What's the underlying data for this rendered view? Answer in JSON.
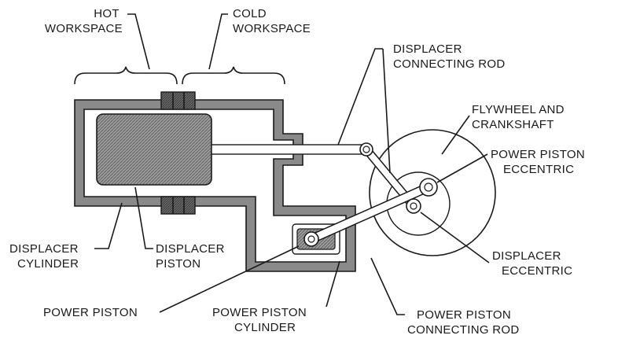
{
  "labels": {
    "hot_workspace": [
      "HOT",
      "WORKSPACE"
    ],
    "cold_workspace": [
      "COLD",
      "WORKSPACE"
    ],
    "displacer_connecting_rod": [
      "DISPLACER",
      "CONNECTING ROD"
    ],
    "flywheel_and_crankshaft": [
      "FLYWHEEL AND",
      "CRANKSHAFT"
    ],
    "power_piston_eccentric": [
      "POWER PISTON",
      "ECCENTRIC"
    ],
    "displacer_eccentric": [
      "DISPLACER",
      "ECCENTRIC"
    ],
    "displacer_cylinder": [
      "DISPLACER",
      "CYLINDER"
    ],
    "displacer_piston": [
      "DISPLACER",
      "PISTON"
    ],
    "power_piston": [
      "POWER PISTON"
    ],
    "power_piston_cylinder": [
      "POWER PISTON",
      "CYLINDER"
    ],
    "power_piston_connecting_rod": [
      "POWER PISTON",
      "CONNECTING ROD"
    ]
  }
}
